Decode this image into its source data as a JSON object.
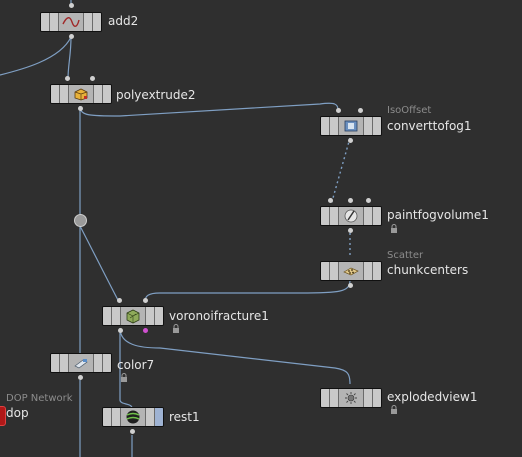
{
  "nodes": {
    "add2": {
      "label": "add2"
    },
    "polyextrude2": {
      "label": "polyextrude2"
    },
    "converttofog1": {
      "label": "converttofog1",
      "type": "IsoOffset"
    },
    "paintfogvolume1": {
      "label": "paintfogvolume1"
    },
    "chunkcenters": {
      "label": "chunkcenters",
      "type": "Scatter"
    },
    "voronoifracture1": {
      "label": "voronoifracture1"
    },
    "color7": {
      "label": "color7"
    },
    "explodedview1": {
      "label": "explodedview1"
    },
    "rest1": {
      "label": "rest1"
    },
    "dop": {
      "label": "dop",
      "type": "DOP Network"
    }
  },
  "colors": {
    "background": "#2f2f2f",
    "wire": "#7f9fc3",
    "node": "#b9b9b9",
    "label": "#e6e6e6",
    "type_label": "#8c8c8c",
    "dop_flag": "#b01818",
    "group_dot": "#d050d0"
  },
  "icons": {
    "add2": "wave-icon",
    "polyextrude2": "extrude-cube-icon",
    "converttofog1": "isooffset-icon",
    "paintfogvolume1": "paint-brush-icon",
    "chunkcenters": "scatter-icon",
    "voronoifracture1": "voronoi-cube-icon",
    "color7": "color-icon",
    "explodedview1": "exploded-view-icon",
    "rest1": "rest-sphere-icon",
    "lock": "lock-icon"
  }
}
